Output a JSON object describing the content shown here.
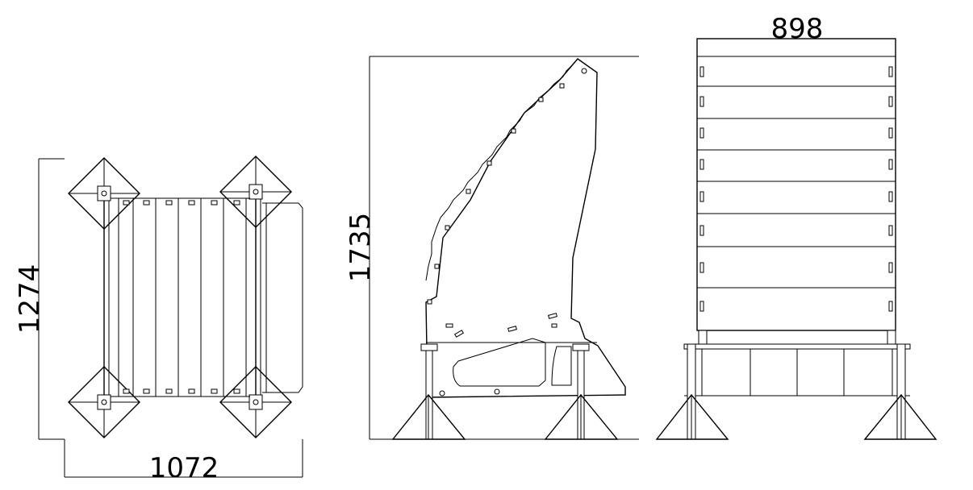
{
  "dimensions": {
    "plan_height": "1274",
    "plan_width": "1072",
    "side_height": "1735",
    "front_width": "898"
  },
  "front_view": {
    "shelf_rows": 8,
    "base_panels": 4
  },
  "plan_view": {
    "slats": 7
  }
}
